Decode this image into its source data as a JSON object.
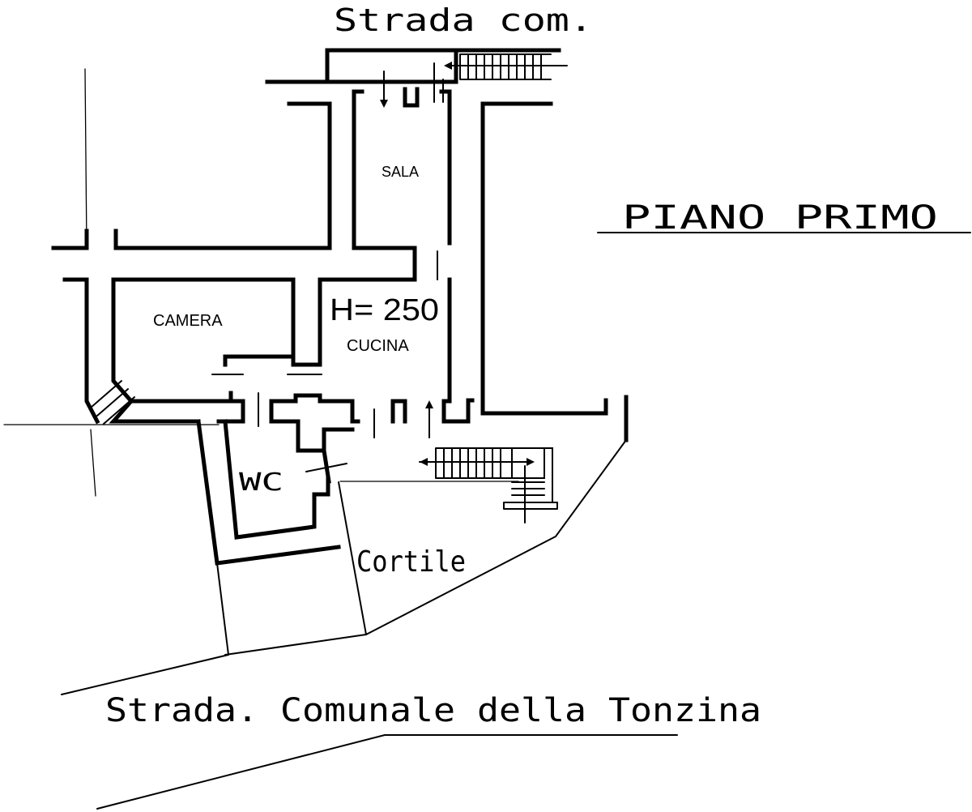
{
  "labels": {
    "street_top": "Strada  com.",
    "floor_name": "PIANO   PRIMO",
    "room_sala": "SALA",
    "room_camera": "CAMERA",
    "height": "H= 250",
    "room_cucina": "CUCINA",
    "room_wc": "WC",
    "courtyard": "Cortile",
    "street_bottom": "Strada. Comunale  della   Tonzina"
  }
}
